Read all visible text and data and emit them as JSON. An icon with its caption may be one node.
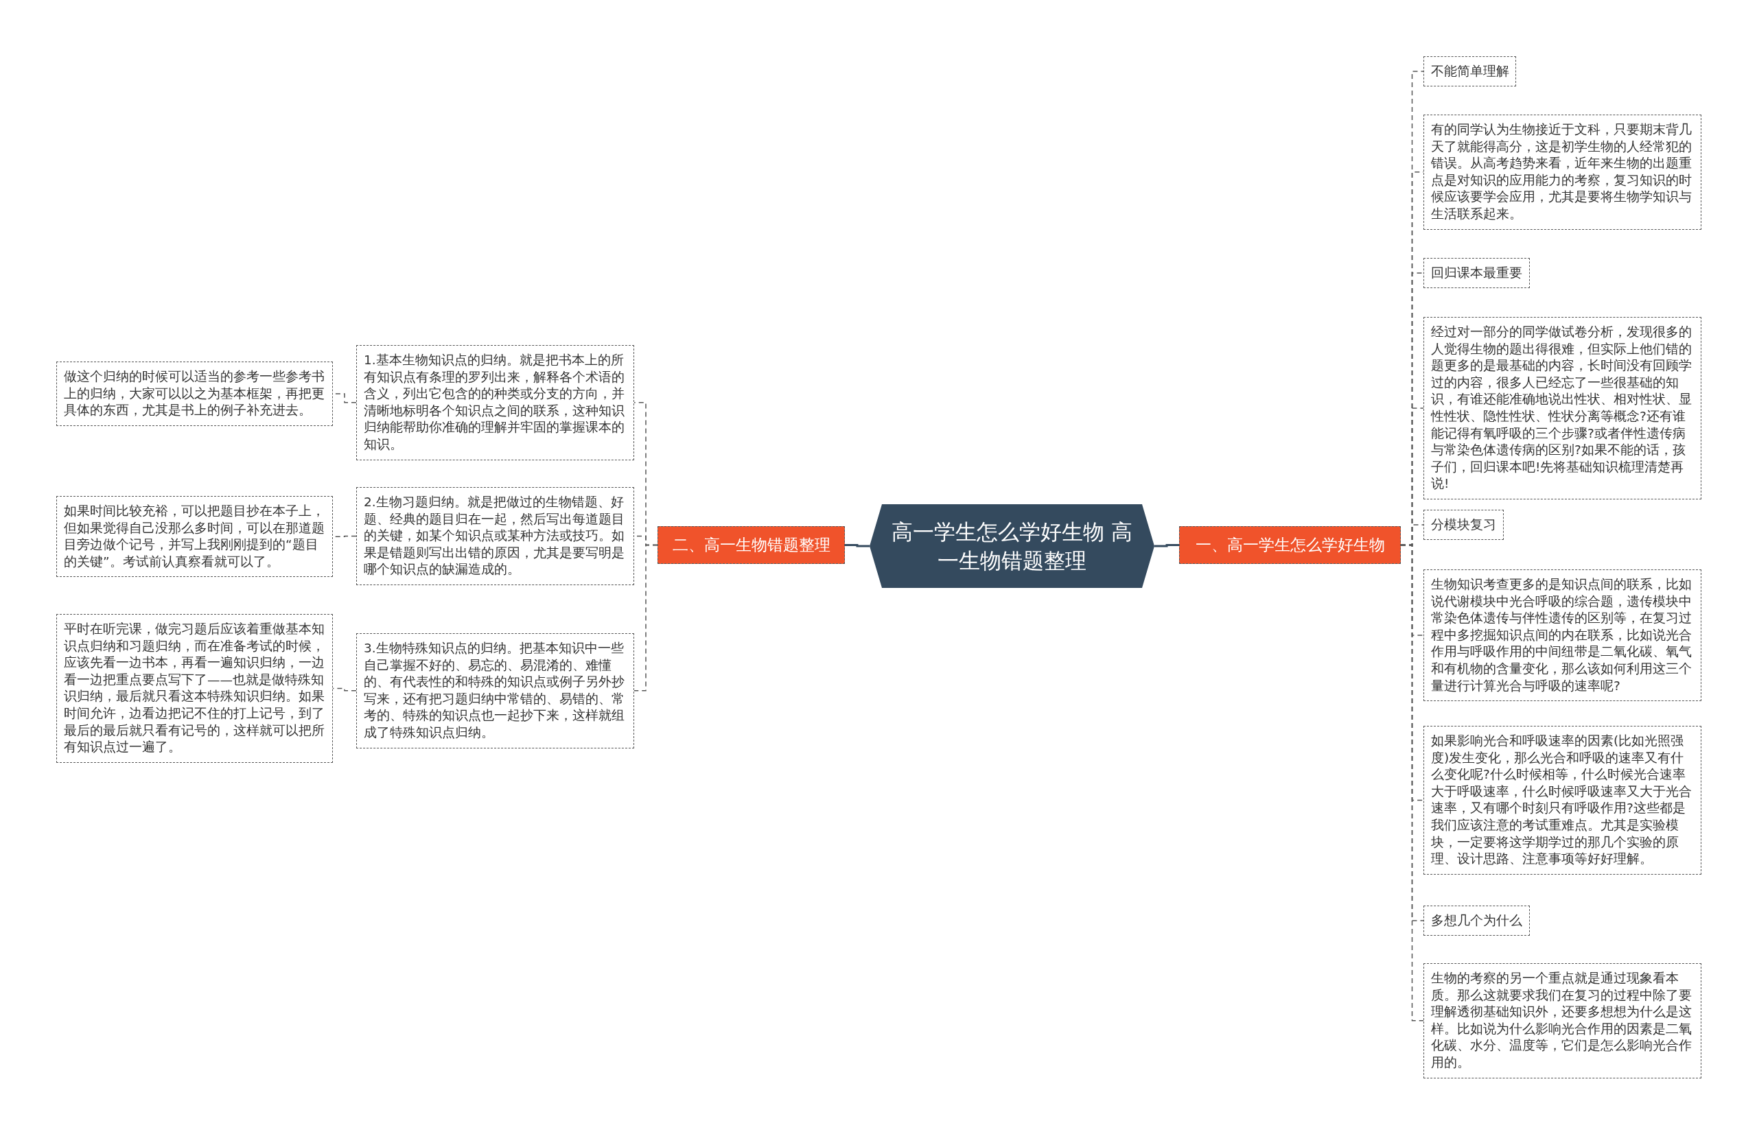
{
  "diagram": {
    "nodes": [
      {
        "text": [
          "高一学生怎么学好生物 高一生物错题整理"
        ]
      },
      {
        "text": [
          "一、高一学生怎么学好生物"
        ]
      },
      {
        "text": [
          "不能简单理解"
        ]
      },
      {
        "text": [
          "有的同学认为生物接近于文科，只要期末背几天了就能得高分，这是初学生物的人经常犯的错误。从高考趋势来看，近年来生物的出题重点是对知识的应用能力的考察，复习知识的时候应该要学会应用，尤其是要将生物学知识与生活联系起来。"
        ]
      },
      {
        "text": [
          "回归课本最重要"
        ]
      },
      {
        "text": [
          "经过对一部分的同学做试卷分析，发现很多的人觉得生物的题出得很难，但实际上他们错的题更多的是最基础的内容，长时间没有回顾学过的内容，很多人已经忘了一些很基础的知识，有谁还能准确地说出性状、相对性状、显性性状、隐性性状、性状分离等概念?还有谁能记得有氧呼吸的三个步骤?或者伴性遗传病与常染色体遗传病的区别?如果不能的话，孩子们，回归课本吧!先将基础知识梳理清楚再说!"
        ]
      },
      {
        "text": [
          "分模块复习"
        ]
      },
      {
        "text": [
          "生物知识考查更多的是知识点间的联系，比如说代谢模块中光合呼吸的综合题，遗传模块中常染色体遗传与伴性遗传的区别等，在复习过程中多挖掘知识点间的内在联系，比如说光合作用与呼吸作用的中间纽带是二氧化碳、氧气和有机物的含量变化，那么该如何利用这三个量进行计算光合与呼吸的速率呢?"
        ]
      },
      {
        "text": [
          "如果影响光合和呼吸速率的因素(比如光照强度)发生变化，那么光合和呼吸的速率又有什么变化呢?什么时候相等，什么时候光合速率大于呼吸速率，什么时候呼吸速率又大于光合速率，又有哪个时刻只有呼吸作用?这些都是我们应该注意的考试重难点。尤其是实验模块，一定要将这学期学过的那几个实验的原理、设计思路、注意事项等好好理解。"
        ]
      },
      {
        "text": [
          "多想几个为什么"
        ]
      },
      {
        "text": [
          "生物的考察的另一个重点就是通过现象看本质。那么这就要求我们在复习的过程中除了要理解透彻基础知识外，还要多想想为什么是这样。比如说为什么影响光合作用的因素是二氧化碳、水分、温度等，它们是怎么影响光合作用的。"
        ]
      },
      {
        "text": [
          "二、高一生物错题整理"
        ]
      },
      {
        "text": [
          "1.基本生物知识点的归纳。就是把书本上的所有知识点有条理的罗列出来，解释各个术语的含义，列出它包含的的种类或分支的方向，并清晰地标明各个知识点之间的联系，这种知识归纳能帮助你准确的理解并牢固的掌握课本的知识。"
        ]
      },
      {
        "text": [
          "2.生物习题归纳。就是把做过的生物错题、好题、经典的题目归在一起，然后写出每道题目的关键，如某个知识点或某种方法或技巧。如果是错题则写出出错的原因，尤其是要写明是哪个知识点的缺漏造成的。"
        ]
      },
      {
        "text": [
          "3.生物特殊知识点的归纳。把基本知识中一些自己掌握不好的、易忘的、易混淆的、难懂的、有代表性的和特殊的知识点或例子另外抄写来，还有把习题归纳中常错的、易错的、常考的、特殊的知识点也一起抄下来，这样就组成了特殊知识点归纳。"
        ]
      },
      {
        "text": [
          "做这个归纳的时候可以适当的参考一些参考书上的归纳，大家可以以之为基本框架，再把更具体的东西，尤其是书上的例子补充进去。"
        ]
      },
      {
        "text": [
          "如果时间比较充裕，可以把题目抄在本子上，但如果觉得自己没那么多时间，可以在那道题目旁边做个记号，并写上我刚刚提到的“题目的关键”。考试前认真察看就可以了。"
        ]
      },
      {
        "text": [
          "平时在听完课，做完习题后应该着重做基本知识点归纳和习题归纳，而在准备考试的时候，应该先看一边书本，再看一遍知识归纳，一边看一边把重点要点写下了——也就是做特殊知识归纳，最后就只看这本特殊知识归纳。如果时间允许，边看边把记不住的打上记号，到了最后的最后就只看有记号的，这样就可以把所有知识点过一遍了。"
        ]
      }
    ],
    "edges": [
      {
        "from": 0,
        "to": 1,
        "arrow": "none"
      },
      {
        "from": 0,
        "to": 11,
        "arrow": "none"
      },
      {
        "from": 1,
        "to": 2,
        "arrow": "none",
        "style": "dashed"
      },
      {
        "from": 1,
        "to": 3,
        "arrow": "none",
        "style": "dashed"
      },
      {
        "from": 1,
        "to": 4,
        "arrow": "none",
        "style": "dashed"
      },
      {
        "from": 1,
        "to": 5,
        "arrow": "none",
        "style": "dashed"
      },
      {
        "from": 1,
        "to": 6,
        "arrow": "none",
        "style": "dashed"
      },
      {
        "from": 1,
        "to": 7,
        "arrow": "none",
        "style": "dashed"
      },
      {
        "from": 1,
        "to": 8,
        "arrow": "none",
        "style": "dashed"
      },
      {
        "from": 1,
        "to": 9,
        "arrow": "none",
        "style": "dashed"
      },
      {
        "from": 1,
        "to": 10,
        "arrow": "none",
        "style": "dashed"
      },
      {
        "from": 11,
        "to": 12,
        "arrow": "none",
        "style": "dashed"
      },
      {
        "from": 11,
        "to": 13,
        "arrow": "none",
        "style": "dashed"
      },
      {
        "from": 11,
        "to": 14,
        "arrow": "none",
        "style": "dashed"
      },
      {
        "from": 12,
        "to": 15,
        "arrow": "none",
        "style": "dashed"
      },
      {
        "from": 13,
        "to": 16,
        "arrow": "none",
        "style": "dashed"
      },
      {
        "from": 14,
        "to": 17,
        "arrow": "none",
        "style": "dashed"
      }
    ]
  }
}
